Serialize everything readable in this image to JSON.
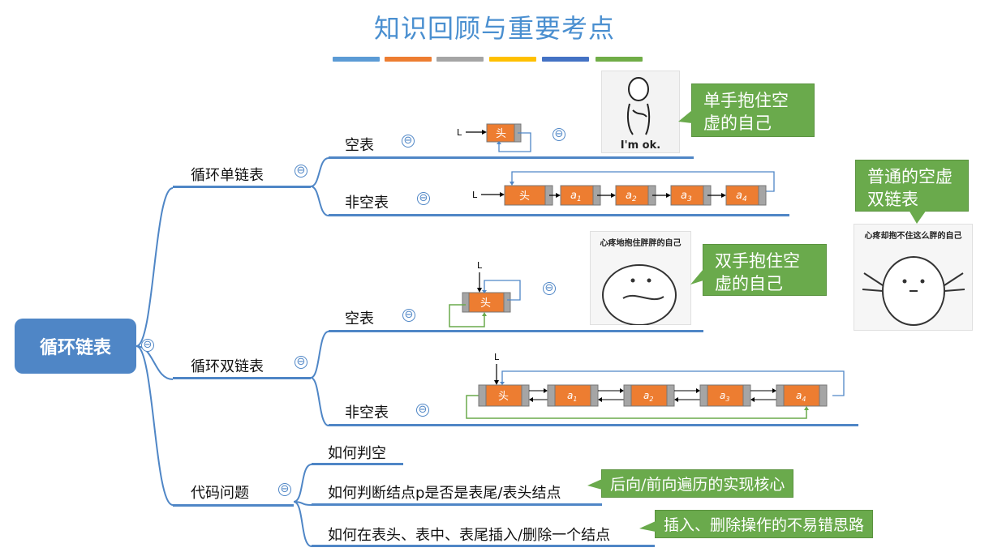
{
  "title": "知识回顾与重要考点",
  "stripe_colors": [
    "#5b9bd5",
    "#ed7d31",
    "#a5a5a5",
    "#ffc000",
    "#4472c4",
    "#70ad47"
  ],
  "root": {
    "label": "循环链表"
  },
  "circular_singly": {
    "label": "循环单链表",
    "empty": {
      "label": "空表",
      "callout": "单手抱住空虚的自己",
      "sticker_caption": "I'm ok."
    },
    "nonempty": {
      "label": "非空表"
    },
    "head_label": "L",
    "head_node": "头",
    "nodes": [
      "a",
      "a",
      "a",
      "a"
    ],
    "node_subscripts": [
      "1",
      "2",
      "3",
      "4"
    ],
    "callout_right": "普通的空虚双链表",
    "sticker_right_caption": "心疼却抱不住这么胖的自己"
  },
  "circular_doubly": {
    "label": "循环双链表",
    "empty": {
      "label": "空表",
      "callout": "双手抱住空虚的自己",
      "sticker_caption": "心疼地抱住胖胖的自己"
    },
    "nonempty": {
      "label": "非空表"
    },
    "head_label": "L",
    "head_node": "头",
    "nodes": [
      "a",
      "a",
      "a",
      "a"
    ],
    "node_subscripts": [
      "1",
      "2",
      "3",
      "4"
    ]
  },
  "code_issues": {
    "label": "代码问题",
    "items": [
      {
        "label": "如何判空"
      },
      {
        "label": "如何判断结点p是否是表尾/表头结点",
        "callout": "后向/前向遍历的实现核心"
      },
      {
        "label": "如何在表头、表中、表尾插入/删除一个结点",
        "callout": "插入、删除操作的不易错思路"
      }
    ]
  },
  "collapse_symbol": "⊖",
  "colors": {
    "accent": "#4f86c6",
    "callout_green": "#6aaa4c",
    "node_orange": "#ed7d31",
    "node_gray": "#a5a5a5"
  }
}
